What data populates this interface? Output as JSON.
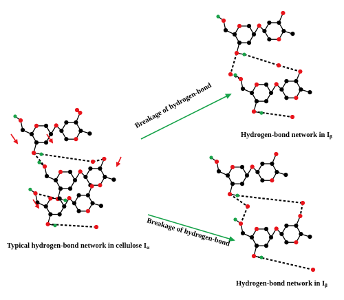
{
  "labels": {
    "left_caption": "Typical hydrogen-bond network in cellulose I",
    "left_caption_sub": "α",
    "top_right_caption": "Hydrogen-bond network in I",
    "top_right_caption_sub": "β",
    "bottom_right_caption": "Hydrogen-bond network in I",
    "bottom_right_caption_sub": "β",
    "upper_arrow_label": "Breakage of hydrogen-bond",
    "lower_arrow_label": "Breakage of hydrogen-bond"
  },
  "colors": {
    "carbon": "#000000",
    "oxygen": "#e8141b",
    "hydrogen": "#1aa34a",
    "bond": "#000000",
    "transition_arrow": "#17a34a",
    "highlight_arrow": "#e8141b"
  }
}
